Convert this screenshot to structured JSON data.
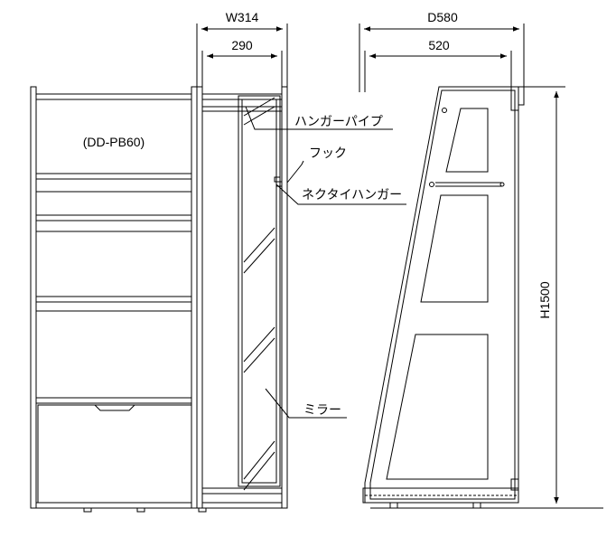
{
  "dimensions": {
    "width_outer": "W314",
    "width_inner": "290",
    "depth_outer": "D580",
    "depth_inner": "520",
    "height": "H1500"
  },
  "labels": {
    "model": "(DD-PB60)",
    "hanger_pipe": "ハンガーパイプ",
    "hook": "フック",
    "tie_hanger": "ネクタイハンガー",
    "mirror": "ミラー"
  }
}
